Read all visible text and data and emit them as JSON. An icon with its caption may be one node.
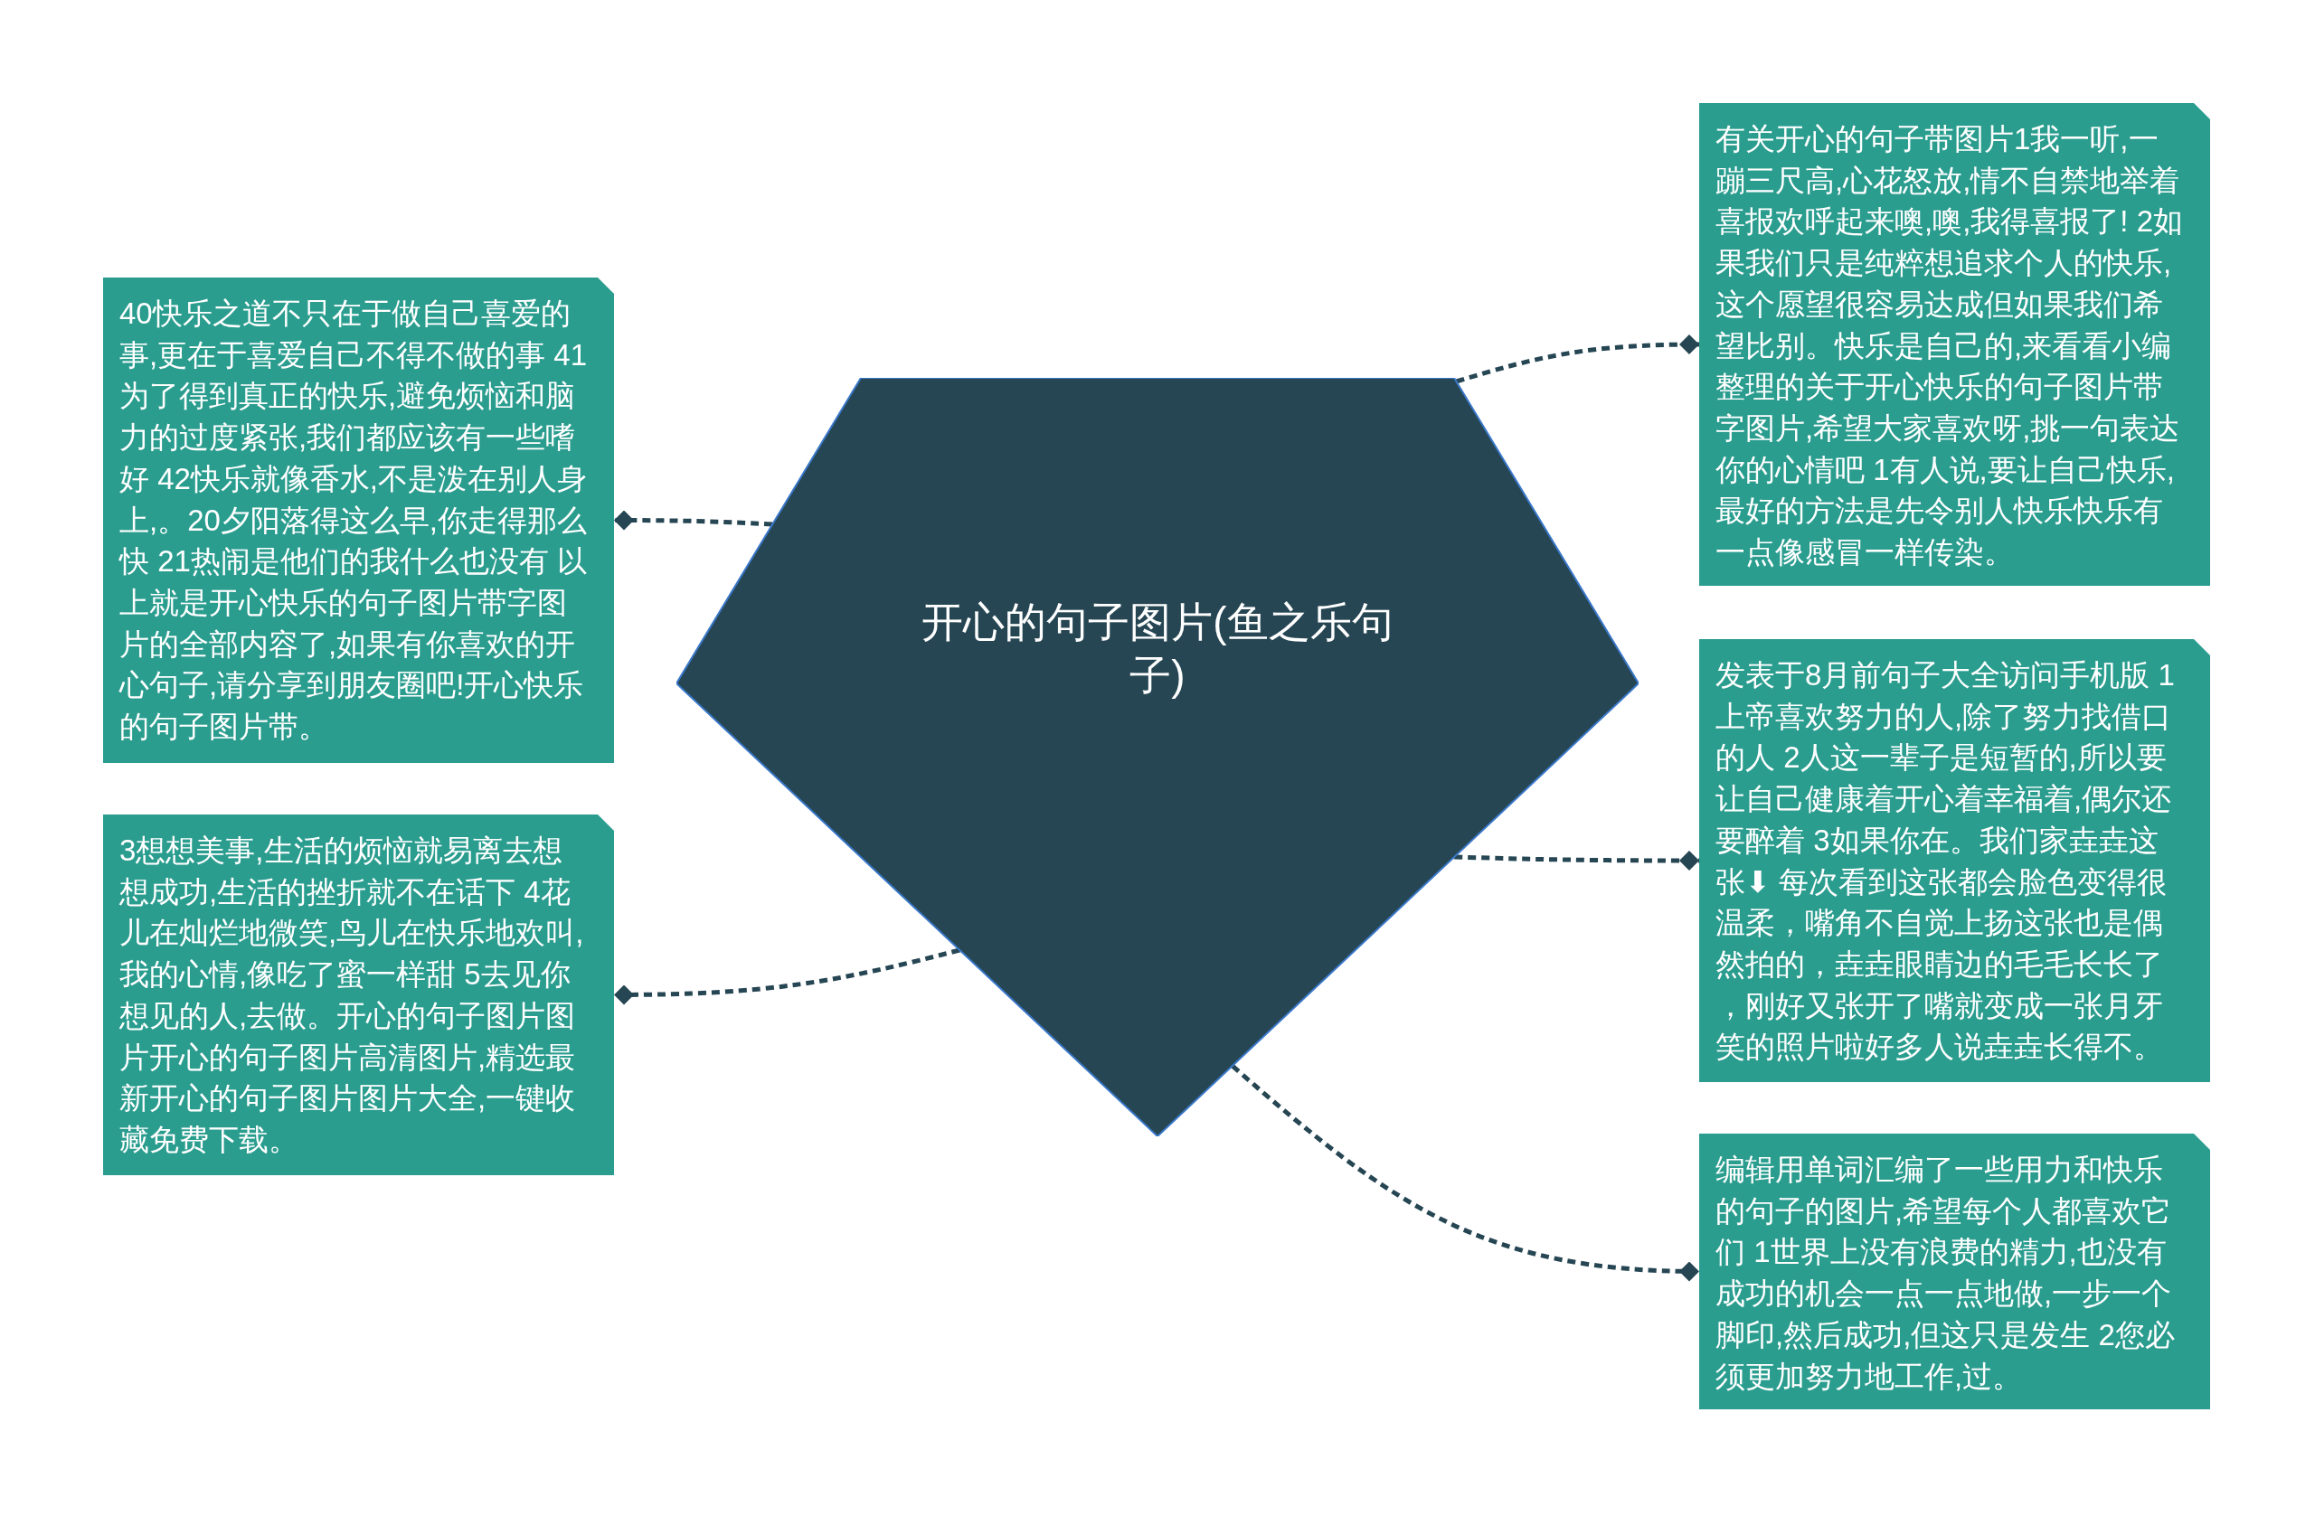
{
  "diagram": {
    "nodes": [
      {
        "text": [
          "开心的句子图片(鱼之乐句子)"
        ]
      },
      {
        "text": [
          "40快乐之道不只在于做自己喜爱的事,更在于喜爱自己不得不做的事 41为了得到真正的快乐,避免烦恼和脑力的过度紧张,我们都应该有一些嗜好 42快乐就像香水,不是泼在别人身上,。20夕阳落得这么早,你走得那么快 21热闹是他们的我什么也没有 以上就是开心快乐的句子图片带字图片的全部内容了,如果有你喜欢的开心句子,请分享到朋友圈吧!开心快乐的句子图片带。"
        ]
      },
      {
        "text": [
          "3想想美事,生活的烦恼就易离去想想成功,生活的挫折就不在话下 4花儿在灿烂地微笑,鸟儿在快乐地欢叫,我的心情,像吃了蜜一样甜 5去见你想见的人,去做。开心的句子图片图片开心的句子图片高清图片,精选最新开心的句子图片图片大全,一键收藏免费下载。"
        ]
      },
      {
        "text": [
          "有关开心的句子带图片1我一听,一蹦三尺高,心花怒放,情不自禁地举着喜报欢呼起来噢,噢,我得喜报了! 2如果我们只是纯粹想追求个人的快乐,这个愿望很容易达成但如果我们希望比别。快乐是自己的,来看看小编整理的关于开心快乐的句子图片带字图片,希望大家喜欢呀,挑一句表达你的心情吧 1有人说,要让自己快乐,最好的方法是先令别人快乐快乐有一点像感冒一样传染。"
        ]
      },
      {
        "text": [
          "发表于8月前句子大全访问手机版 1上帝喜欢努力的人,除了努力找借口的人 2人这一辈子是短暂的,所以要让自己健康着开心着幸福着,偶尔还要醉着 3如果你在。我们家垚垚这张⬇ 每次看到这张都会脸色变得很温柔，嘴角不自觉上扬这张也是偶然拍的，垚垚眼睛边的毛毛长长了，刚好又张开了嘴就变成一张月牙笑的照片啦好多人说垚垚长得不。"
        ]
      },
      {
        "text": [
          "编辑用单词汇编了一些用力和快乐的句子的图片,希望每个人都喜欢它们 1世界上没有浪费的精力,也没有成功的机会一点一点地做,一步一个脚印,然后成功,但这只是发生 2您必须更加努力地工作,过。"
        ]
      }
    ],
    "edges": [
      {
        "from": 0,
        "to": 1,
        "arrow": "other",
        "style": "dashed"
      },
      {
        "from": 0,
        "to": 2,
        "arrow": "other",
        "style": "dashed"
      },
      {
        "from": 0,
        "to": 3,
        "arrow": "other",
        "style": "dashed"
      },
      {
        "from": 0,
        "to": 4,
        "arrow": "other",
        "style": "dashed"
      },
      {
        "from": 0,
        "to": 5,
        "arrow": "other",
        "style": "dashed"
      }
    ]
  }
}
